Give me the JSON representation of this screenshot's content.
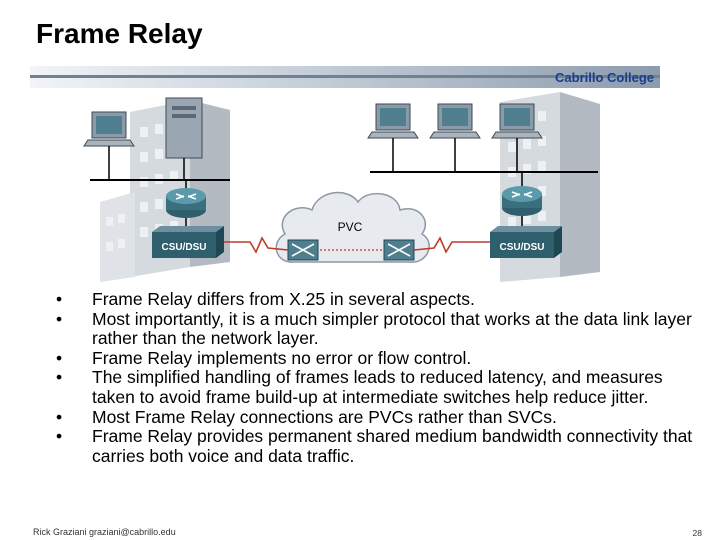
{
  "slide": {
    "title": "Frame Relay",
    "college": "Cabrillo College",
    "footer_author": "Rick Graziani  graziani@cabrillo.edu",
    "page_number": "28"
  },
  "diagram": {
    "cloud_label": "PVC",
    "left_device_label": "CSU/DSU",
    "right_device_label": "CSU/DSU"
  },
  "bullets": [
    "Frame Relay differs from X.25 in several aspects.",
    "Most importantly, it is a much simpler protocol that works at the data link layer rather than the network layer.",
    "Frame Relay implements no error or flow control.",
    "The simplified handling of frames leads to reduced latency, and measures taken to avoid frame build-up at intermediate switches help reduce jitter.",
    "Most Frame Relay connections are PVCs rather than SVCs.",
    "Frame Relay provides permanent shared medium bandwidth connectivity that carries both voice and data traffic."
  ],
  "colors": {
    "accent_blue": "#1b3c8c",
    "serial_link": "#c0392b",
    "router_teal": "#3a6f7e"
  }
}
